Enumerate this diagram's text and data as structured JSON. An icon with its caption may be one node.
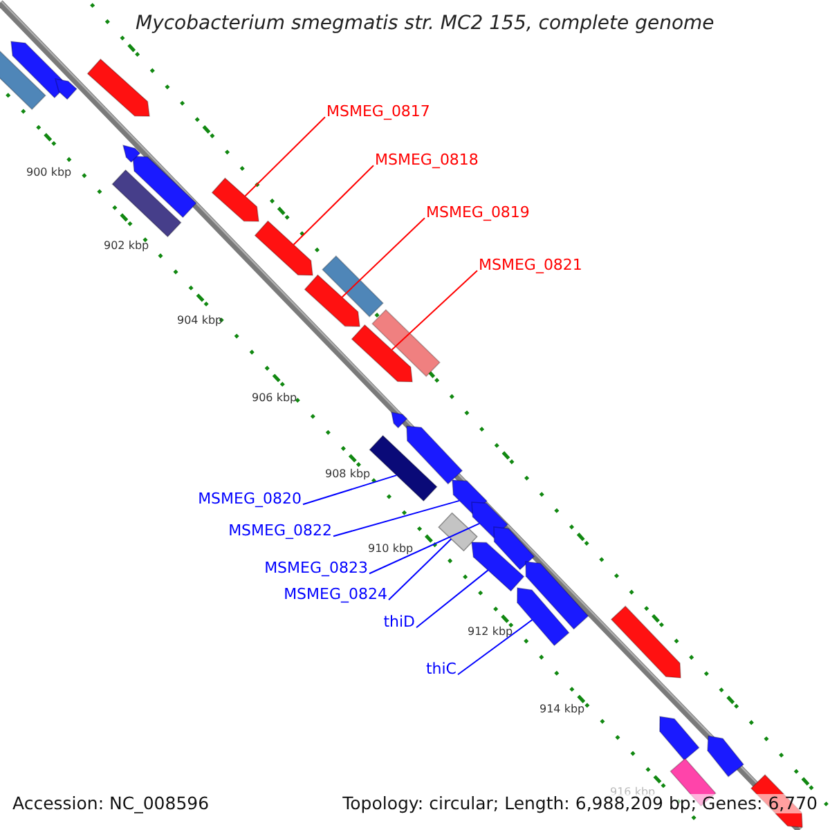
{
  "diagram": {
    "title": "Mycobacterium smegmatis str. MC2 155, complete genome",
    "nodes": [
      {
        "text": [
          "MSMEG_0817"
        ]
      },
      {
        "text": [
          "MSMEG_0818"
        ]
      },
      {
        "text": [
          "MSMEG_0819"
        ]
      },
      {
        "text": [
          "MSMEG_0821"
        ]
      },
      {
        "text": [
          "MSMEG_0820"
        ]
      },
      {
        "text": [
          "MSMEG_0822"
        ]
      },
      {
        "text": [
          "MSMEG_0823"
        ]
      },
      {
        "text": [
          "MSMEG_0824"
        ]
      },
      {
        "text": [
          "thiD"
        ]
      },
      {
        "text": [
          "thiC"
        ]
      },
      {
        "text": [],
        "shape": "arrow"
      },
      {
        "text": [],
        "shape": "arrow"
      },
      {
        "text": [],
        "shape": "arrow"
      },
      {
        "text": [],
        "shape": "arrow"
      },
      {
        "text": [],
        "shape": "bar"
      },
      {
        "text": [],
        "shape": "arrow"
      },
      {
        "text": [],
        "shape": "arrow"
      },
      {
        "text": [],
        "shape": "bar"
      },
      {
        "text": [],
        "shape": "arrow"
      },
      {
        "text": [],
        "shape": "arrow"
      },
      {
        "text": [],
        "shape": "arrow"
      },
      {
        "text": [],
        "shape": "arrow"
      },
      {
        "text": [],
        "shape": "arrow"
      },
      {
        "text": [],
        "shape": "bar"
      },
      {
        "text": [],
        "shape": "arrow"
      },
      {
        "text": [],
        "shape": "arrow"
      },
      {
        "text": [],
        "shape": "arrow"
      },
      {
        "text": [],
        "shape": "arrow"
      },
      {
        "text": [],
        "shape": "bar"
      },
      {
        "text": [],
        "shape": "bar"
      },
      {
        "text": [],
        "shape": "bar"
      },
      {
        "text": [],
        "shape": "arrow"
      },
      {
        "text": [],
        "shape": "arrow"
      },
      {
        "text": [],
        "shape": "bar"
      },
      {
        "text": [],
        "shape": "arrow"
      },
      {
        "text": [],
        "shape": "arrow"
      },
      {
        "text": [],
        "shape": "arrow"
      },
      {
        "text": [],
        "shape": "arrow"
      },
      {
        "text": [],
        "shape": "bar"
      }
    ],
    "edges": [
      {
        "from": 0,
        "to": 10,
        "arrow": "none",
        "color": "#ff0000"
      },
      {
        "from": 1,
        "to": 11,
        "arrow": "none",
        "color": "#ff0000"
      },
      {
        "from": 2,
        "to": 12,
        "arrow": "none",
        "color": "#ff0000"
      },
      {
        "from": 3,
        "to": 13,
        "arrow": "none",
        "color": "#ff0000"
      },
      {
        "from": 4,
        "to": 14,
        "arrow": "none"
      },
      {
        "from": 5,
        "to": 15,
        "arrow": "none"
      },
      {
        "from": 6,
        "to": 16,
        "arrow": "none"
      },
      {
        "from": 7,
        "to": 17,
        "arrow": "none"
      },
      {
        "from": 8,
        "to": 18,
        "arrow": "none"
      },
      {
        "from": 9,
        "to": 19,
        "arrow": "none"
      }
    ],
    "labels": [
      "900 kbp",
      "902 kbp",
      "904 kbp",
      "906 kbp",
      "908 kbp",
      "910 kbp",
      "912 kbp",
      "914 kbp",
      "916 kbp",
      "Accession: NC_008596",
      "Topology: circular; Length: 6,988,209 bp; Genes: 6,770"
    ]
  }
}
